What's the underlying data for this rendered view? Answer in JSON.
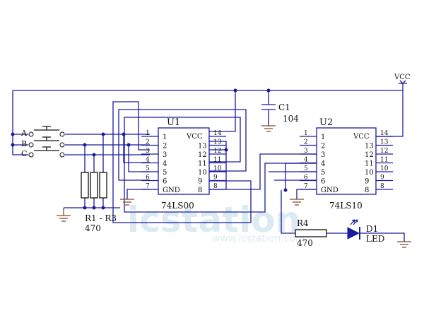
{
  "labels": {
    "vcc": "VCC",
    "input_a": "A",
    "input_b": "B",
    "input_c": "C",
    "c1_ref": "C1",
    "c1_value": "104",
    "r_ref": "R1 - R3",
    "r_value": "470",
    "r4_ref": "R4",
    "r4_value": "470",
    "d1_ref": "D1",
    "d1_value": "LED"
  },
  "u1": {
    "ref": "U1",
    "part": "74LS00",
    "vcc_label": "VCC",
    "gnd_label": "GND",
    "left_pins": [
      "1",
      "2",
      "3",
      "4",
      "5",
      "6",
      "7"
    ],
    "right_pins": [
      "14",
      "13",
      "12",
      "11",
      "10",
      "9",
      "8"
    ]
  },
  "u2": {
    "ref": "U2",
    "part": "74LS10",
    "vcc_label": "VCC",
    "gnd_label": "GND",
    "left_pins": [
      "1",
      "2",
      "3",
      "4",
      "5",
      "6",
      "7"
    ],
    "right_pins": [
      "14",
      "13",
      "12",
      "11",
      "10",
      "9",
      "8"
    ]
  },
  "watermark": {
    "name": "icstation",
    "url": "www.icstation.com"
  },
  "colors": {
    "wire": "#1a1aa0",
    "ground": "#7a4a2a",
    "led": "#1a1aa0",
    "watermark": "#9ec8dc"
  }
}
